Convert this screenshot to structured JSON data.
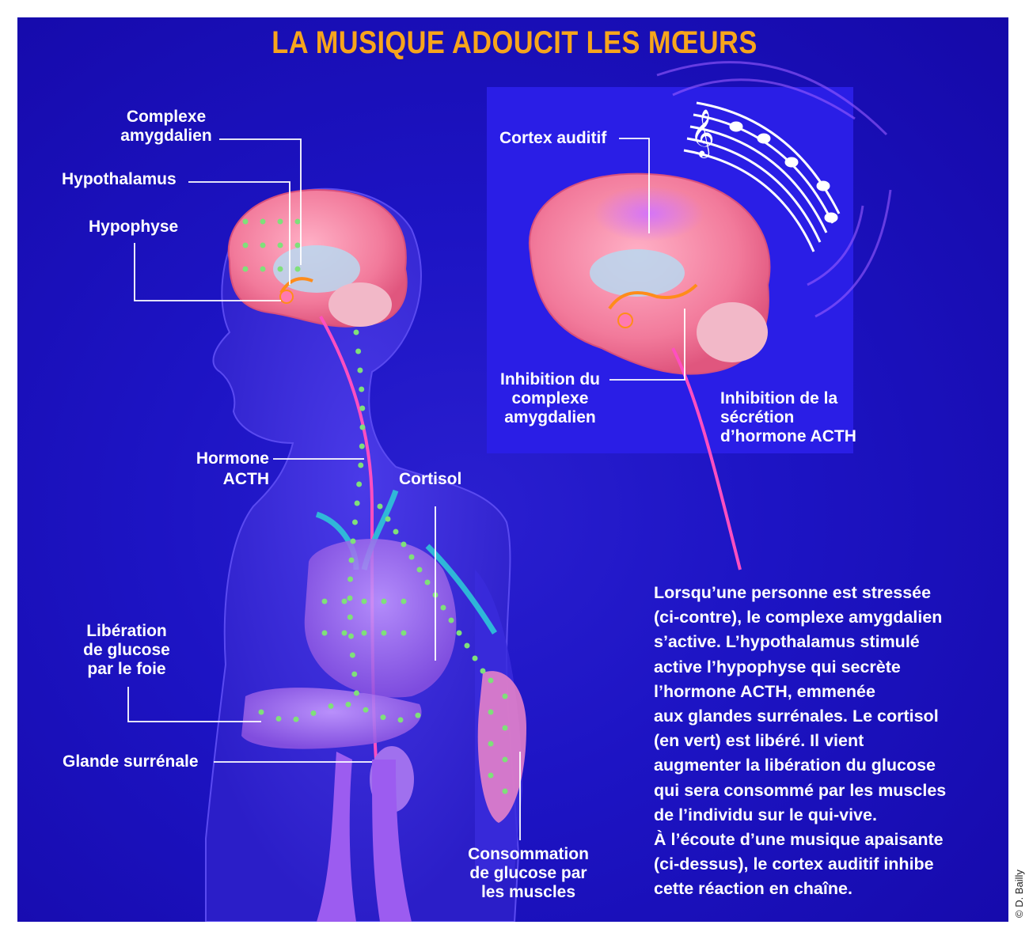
{
  "title": "LA MUSIQUE ADOUCIT LES MŒURS",
  "labels": {
    "amygdala_l1": "Complexe",
    "amygdala_l2": "amygdalien",
    "hypothalamus": "Hypothalamus",
    "hypophyse": "Hypophyse",
    "cortex": "Cortex auditif",
    "inhib_amyg_l1": "Inhibition du",
    "inhib_amyg_l2": "complexe",
    "inhib_amyg_l3": "amygdalien",
    "inhib_acth_l1": "Inhibition de la",
    "inhib_acth_l2": "sécrétion",
    "inhib_acth_l3": "d’hormone ACTH",
    "hormone_l1": "Hormone",
    "hormone_l2": "ACTH",
    "cortisol": "Cortisol",
    "liberation_l1": "Libération",
    "liberation_l2": "de glucose",
    "liberation_l3": "par le foie",
    "glande": "Glande surrénale",
    "consommation_l1": "Consommation",
    "consommation_l2": "de glucose par",
    "consommation_l3": "les muscles"
  },
  "description_lines": [
    "Lorsqu’une personne est stressée",
    "(ci-contre), le complexe amygdalien",
    "s’active. L’hypothalamus stimulé",
    "active l’hypophyse qui secrète",
    "l’hormone ACTH, emmenée",
    "aux glandes surrénales. Le cortisol",
    "(en vert) est libéré. Il vient",
    "augmenter la libération du glucose",
    "qui sera consommé par les muscles",
    "de l’individu sur le qui-vive.",
    "À l’écoute d’une musique apaisante",
    "(ci-dessus), le cortex auditif inhibe",
    "cette réaction en chaîne."
  ],
  "credit": "© D. Bailly",
  "colors": {
    "background": "#1d14c4",
    "title": "#f7a51c",
    "brain": "#f58aa6",
    "cortisol_dots": "#7fe07a",
    "leader_lines": "#ffffff"
  }
}
